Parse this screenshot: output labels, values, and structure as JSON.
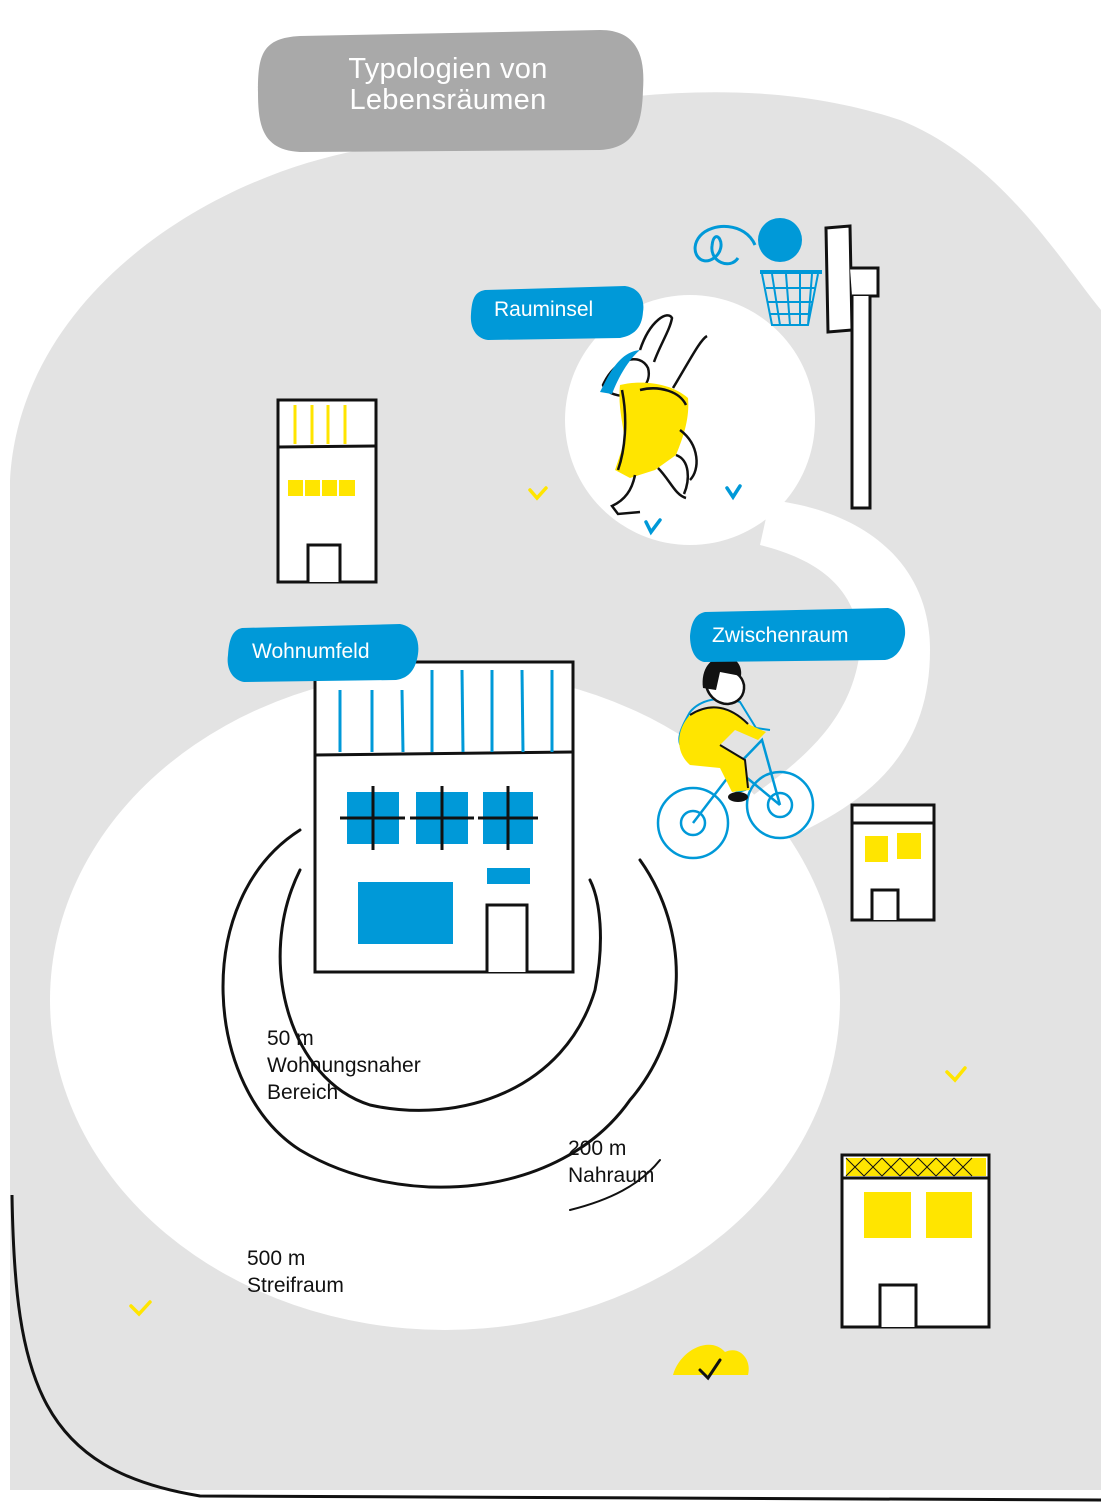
{
  "title": "Typologien von Lebensräumen",
  "title_lines": [
    "Typologien von",
    "Lebensräumen"
  ],
  "zones": {
    "rauminsel": "Rauminsel",
    "wohnumfeld": "Wohnumfeld",
    "zwischenraum": "Zwischenraum"
  },
  "distances": {
    "d50": {
      "value": "50 m",
      "label_lines": [
        "Wohnungsnaher",
        "Bereich"
      ]
    },
    "d200": {
      "value": "200 m",
      "label": "Nahraum"
    },
    "d500": {
      "value": "500 m",
      "label": "Streifraum"
    }
  },
  "colors": {
    "background_area": "#e3e3e3",
    "title_pill": "#a9a9a9",
    "accent_blue": "#0099d8",
    "accent_yellow": "#ffe500",
    "ink": "#111111"
  },
  "icons": [
    "basketball-hoop-icon",
    "basketball-player-icon",
    "cyclist-icon",
    "building-icon",
    "grass-tuft-icon",
    "bush-icon"
  ]
}
